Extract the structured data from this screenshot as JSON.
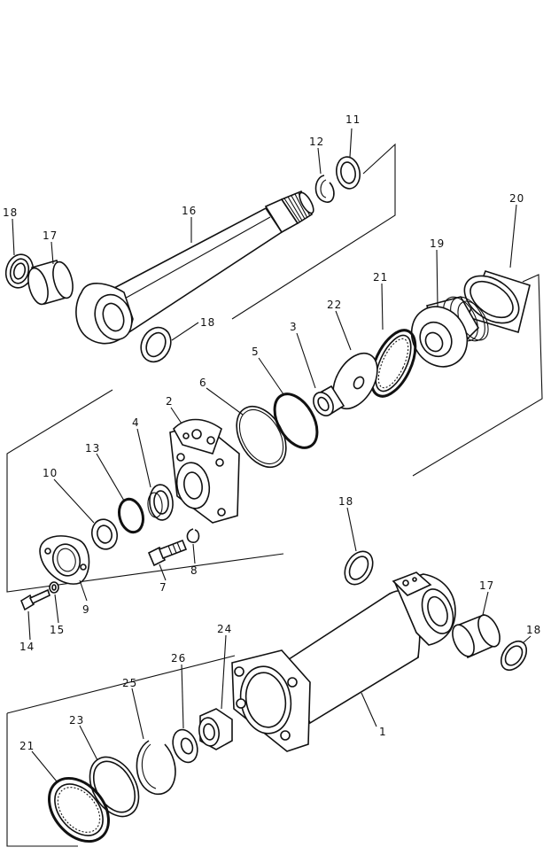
{
  "diagram": {
    "callouts": {
      "c11": "11",
      "c12": "12",
      "c16": "16",
      "c17_top": "17",
      "c18_top_left": "18",
      "c18_mid": "18",
      "c20": "20",
      "c19": "19",
      "c21_top": "21",
      "c22": "22",
      "c3": "3",
      "c5": "5",
      "c6": "6",
      "c2": "2",
      "c4": "4",
      "c13": "13",
      "c10": "10",
      "c9": "9",
      "c7": "7",
      "c8": "8",
      "c14": "14",
      "c15": "15",
      "c18_right_a": "18",
      "c17_right": "17",
      "c18_right_b": "18",
      "c24": "24",
      "c26": "26",
      "c25": "25",
      "c23": "23",
      "c21_bottom": "21",
      "c1": "1"
    }
  }
}
